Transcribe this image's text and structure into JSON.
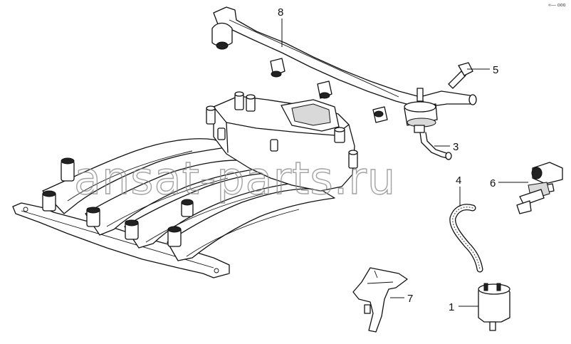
{
  "diagram": {
    "corner_mark": "«— ooo",
    "watermark_text": "ansat-parts.ru",
    "callouts": [
      {
        "id": "c1",
        "label": "1",
        "part": "fuel-pressure-damper"
      },
      {
        "id": "c3",
        "label": "3",
        "part": "pressure-regulator-return-pipe"
      },
      {
        "id": "c4",
        "label": "4",
        "part": "vacuum-hose"
      },
      {
        "id": "c5",
        "label": "5",
        "part": "fuel-rail-bolt"
      },
      {
        "id": "c6",
        "label": "6",
        "part": "fuel-injector"
      },
      {
        "id": "c7",
        "label": "7",
        "part": "mounting-bracket"
      },
      {
        "id": "c8",
        "label": "8",
        "part": "fuel-rail"
      }
    ],
    "colors": {
      "line": "#111111",
      "background": "#ffffff",
      "watermark": "#8a8a8a"
    }
  }
}
